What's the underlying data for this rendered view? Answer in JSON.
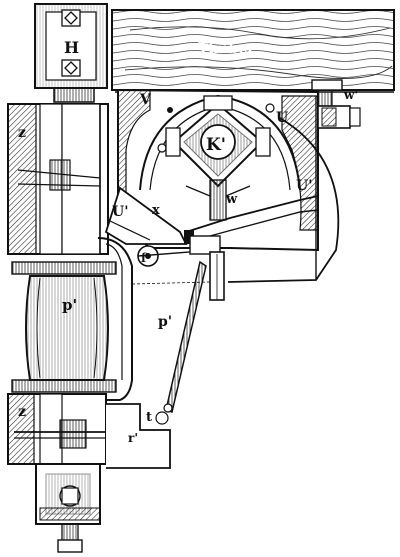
{
  "figure": {
    "labels": {
      "H": "H",
      "timber": "Timber",
      "V": "V",
      "U_top": "U",
      "w_prime": "w'",
      "z_top": "z",
      "K_prime": "K'",
      "U_prime_left": "U'",
      "x": "x",
      "w": "w",
      "U_prime_right": "U'",
      "f_prime": "f'",
      "p": "p'",
      "p_prime": "p'",
      "z_bottom": "z",
      "t": "t",
      "r_prime": "r'"
    }
  }
}
